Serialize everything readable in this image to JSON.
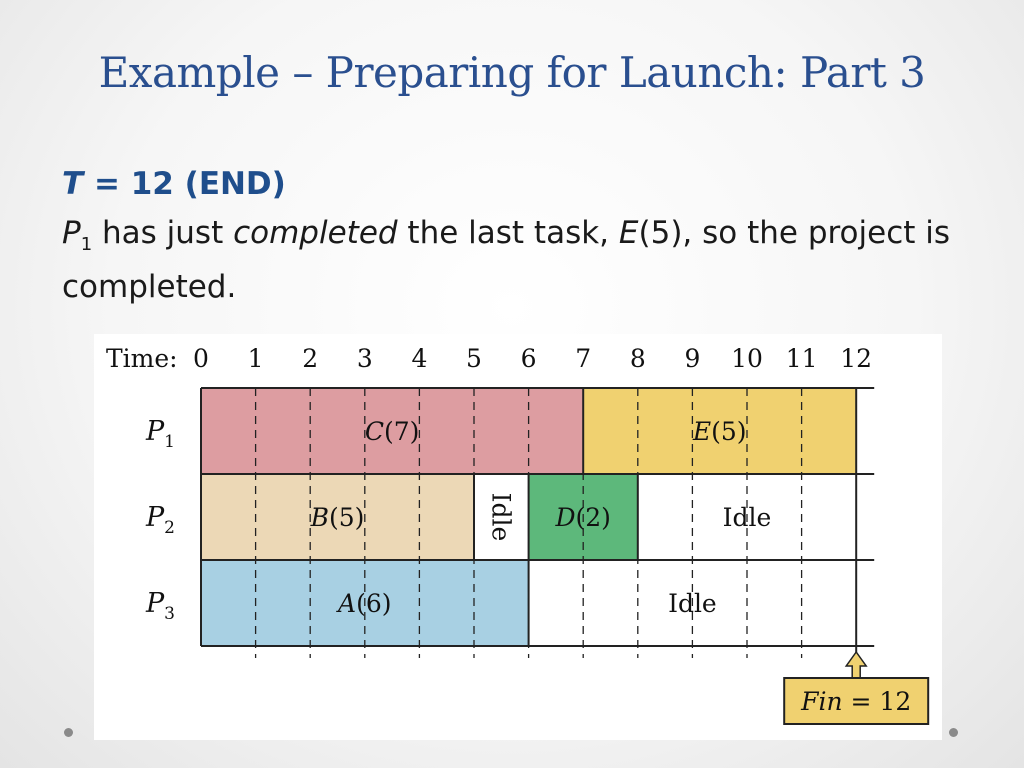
{
  "slide": {
    "title": "Example – Preparing for Launch: Part 3",
    "heading_var": "T",
    "heading_rest": " = 12 (END)",
    "p_var": "P",
    "p_sub": "1",
    "t1": " has just ",
    "t2": "completed",
    "t3": " the last task, ",
    "t4": "E",
    "t5": "(5), so the project is completed."
  },
  "chart_data": {
    "type": "gantt",
    "time_label": "Time:",
    "time_ticks": [
      "0",
      "1",
      "2",
      "3",
      "4",
      "5",
      "6",
      "7",
      "8",
      "9",
      "10",
      "11",
      "12"
    ],
    "rows": [
      {
        "processor": "P",
        "sub": "1",
        "tasks": [
          {
            "letter": "C",
            "dur": "(7)",
            "start": 0,
            "end": 7,
            "color": "#dd9da1"
          },
          {
            "letter": "E",
            "dur": "(5)",
            "start": 7,
            "end": 12,
            "color": "#f0d170"
          }
        ]
      },
      {
        "processor": "P",
        "sub": "2",
        "tasks": [
          {
            "letter": "B",
            "dur": "(5)",
            "start": 0,
            "end": 5,
            "color": "#ecd8b6"
          },
          {
            "letter": "",
            "dur": "Idle",
            "start": 5,
            "end": 6,
            "color": "#ffffff",
            "vertical": true
          },
          {
            "letter": "D",
            "dur": "(2)",
            "start": 6,
            "end": 8,
            "color": "#5db87b"
          },
          {
            "letter": "",
            "dur": "Idle",
            "start": 8,
            "end": 12,
            "color": "#ffffff"
          }
        ]
      },
      {
        "processor": "P",
        "sub": "3",
        "tasks": [
          {
            "letter": "A",
            "dur": "(6)",
            "start": 0,
            "end": 6,
            "color": "#a8d0e3"
          },
          {
            "letter": "",
            "dur": "Idle",
            "start": 6,
            "end": 12,
            "color": "#ffffff"
          }
        ]
      }
    ],
    "finish": {
      "label_var": "Fin",
      "label_rest": " = 12",
      "time": 12,
      "color": "#f0d170"
    }
  }
}
